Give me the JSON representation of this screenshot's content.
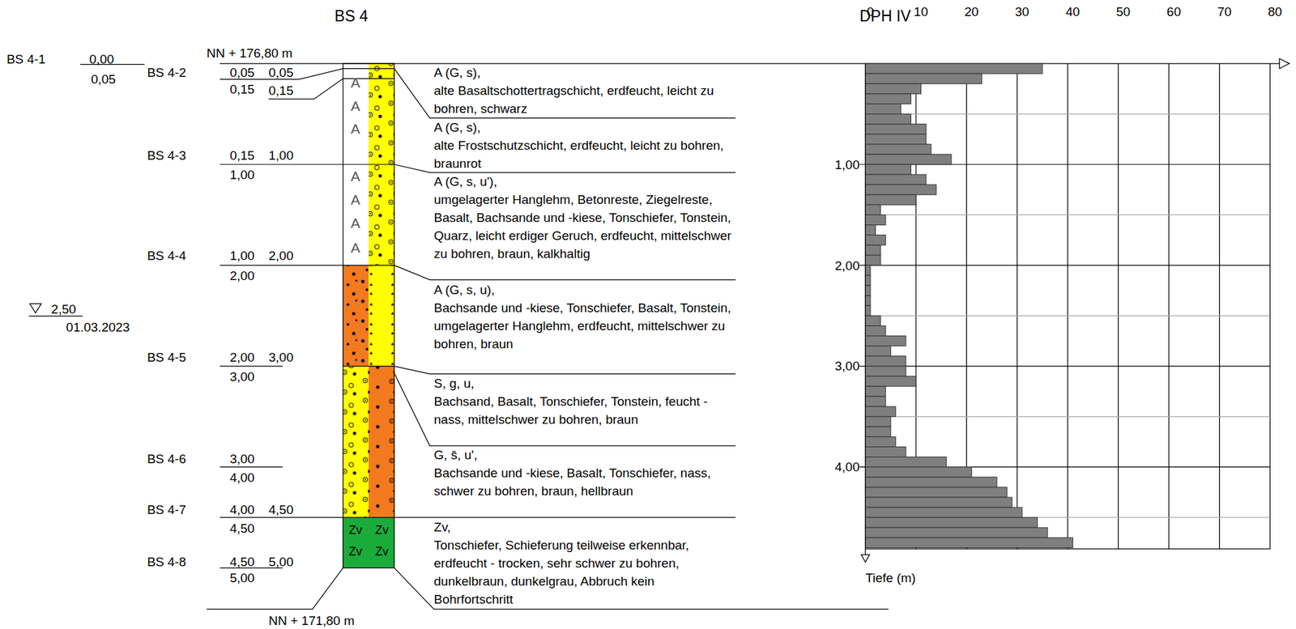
{
  "diagram": {
    "labels": [
      "BS 4",
      "DPH IV",
      "NN + 176,80 m",
      "BS 4-1",
      "0,00",
      "0,05",
      "BS 4-2",
      "0,05",
      "0,05",
      "0,15",
      "0,15",
      "BS 4-3",
      "0,15",
      "1,00",
      "1,00",
      "BS 4-4",
      "1,00",
      "2,00",
      "2,00",
      "2,50",
      "01.03.2023",
      "BS 4-5",
      "2,00",
      "3,00",
      "3,00",
      "BS 4-6",
      "3,00",
      "4,00",
      "BS 4-7",
      "4,00",
      "4,50",
      "4,50",
      "BS 4-8",
      "4,50",
      "5,00",
      "5,00",
      "NN + 171,80 m",
      "A (G, s),",
      "alte Basaltschottertragschicht, erdfeucht, leicht zu bohren, schwarz",
      "A (G, s),",
      "alte Frostschutzschicht, erdfeucht, leicht zu bohren, braunrot",
      "A (G, s, u'),",
      "umgelagerter Hanglehm, Betonreste, Ziegelreste, Basalt, Bachsande und -kiese, Tonschiefer, Tonstein, Quarz, leicht erdiger Geruch, erdfeucht, mittelschwer zu bohren, braun, kalkhaltig",
      "A (G, s, u),",
      "Bachsande und -kiese, Tonschiefer, Basalt, Tonstein, umgelagerter Hanglehm, erdfeucht, mittelschwer zu bohren, braun",
      "S, g, u,",
      "Bachsand, Basalt, Tonschiefer, Tonstein, feucht - nass, mittelschwer zu bohren, braun",
      "G, s̄, u',",
      "Bachsande und -kiese, Basalt, Tonschiefer, nass, schwer zu bohren, braun, hellbraun",
      "Zv,",
      "Tonschiefer, Schieferung teilweise erkennbar, erdfeucht - trocken, sehr schwer zu bohren, dunkelbraun, dunkelgrau, Abbruch kein Bohrfortschritt",
      "A",
      "A",
      "A",
      "A",
      "A",
      "A",
      "A",
      "Zv",
      "Zv",
      "Zv",
      "Zv",
      "0",
      "10",
      "20",
      "30",
      "40",
      "50",
      "60",
      "70",
      "80",
      "1,00",
      "2,00",
      "3,00",
      "4,00",
      "Tiefe (m)"
    ]
  }
}
